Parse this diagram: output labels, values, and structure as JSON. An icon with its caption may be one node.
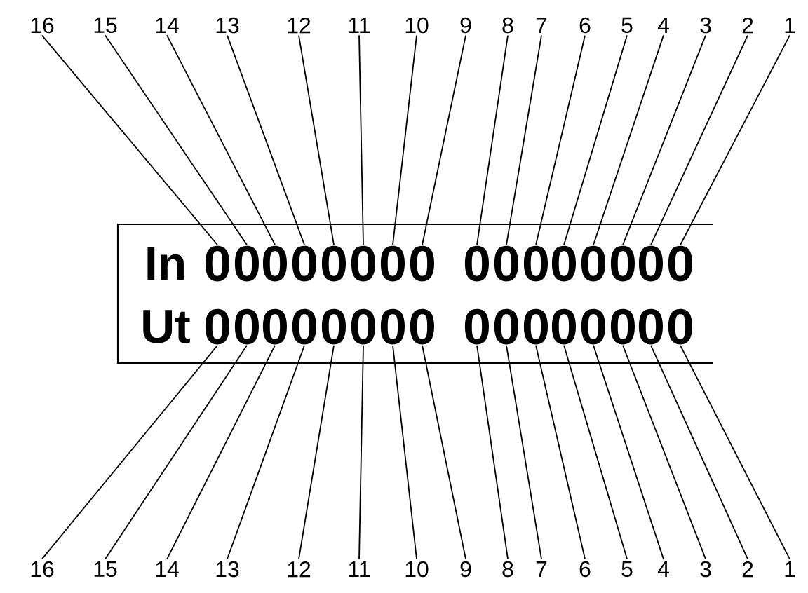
{
  "diagram": {
    "nodes": [
      {
        "text": [
          "16"
        ]
      },
      {
        "text": [
          "15"
        ]
      },
      {
        "text": [
          "14"
        ]
      },
      {
        "text": [
          "13"
        ]
      },
      {
        "text": [
          "12"
        ]
      },
      {
        "text": [
          "11"
        ]
      },
      {
        "text": [
          "10"
        ]
      },
      {
        "text": [
          "9"
        ]
      },
      {
        "text": [
          "8"
        ]
      },
      {
        "text": [
          "7"
        ]
      },
      {
        "text": [
          "6"
        ]
      },
      {
        "text": [
          "5"
        ]
      },
      {
        "text": [
          "4"
        ]
      },
      {
        "text": [
          "3"
        ]
      },
      {
        "text": [
          "2"
        ]
      },
      {
        "text": [
          "1"
        ]
      },
      {
        "text": [
          "In",
          "Ut"
        ]
      },
      {
        "text": [
          "0"
        ],
        "in": 16
      },
      {
        "text": [
          "0"
        ],
        "in": 16
      },
      {
        "text": [
          "0"
        ],
        "in": 16
      },
      {
        "text": [
          "0"
        ],
        "in": 16
      },
      {
        "text": [
          "0"
        ],
        "in": 16
      },
      {
        "text": [
          "0"
        ],
        "in": 16
      },
      {
        "text": [
          "0"
        ],
        "in": 16
      },
      {
        "text": [
          "0"
        ],
        "in": 16
      },
      {
        "text": [
          "0"
        ],
        "in": 16
      },
      {
        "text": [
          "0"
        ],
        "in": 16
      },
      {
        "text": [
          "0"
        ],
        "in": 16
      },
      {
        "text": [
          "0"
        ],
        "in": 16
      },
      {
        "text": [
          "0"
        ],
        "in": 16
      },
      {
        "text": [
          "0"
        ],
        "in": 16
      },
      {
        "text": [
          "0"
        ],
        "in": 16
      },
      {
        "text": [
          "0"
        ],
        "in": 16
      },
      {
        "text": [
          "0"
        ],
        "in": 16
      },
      {
        "text": [
          "0"
        ],
        "in": 16
      },
      {
        "text": [
          "0"
        ],
        "in": 16
      },
      {
        "text": [
          "0"
        ],
        "in": 16
      },
      {
        "text": [
          "0"
        ],
        "in": 16
      },
      {
        "text": [
          "0"
        ],
        "in": 16
      },
      {
        "text": [
          "0"
        ],
        "in": 16
      },
      {
        "text": [
          "0"
        ],
        "in": 16
      },
      {
        "text": [
          "0"
        ],
        "in": 16
      },
      {
        "text": [
          "0"
        ],
        "in": 16
      },
      {
        "text": [
          "0"
        ],
        "in": 16
      },
      {
        "text": [
          "0"
        ],
        "in": 16
      },
      {
        "text": [
          "0"
        ],
        "in": 16
      },
      {
        "text": [
          "0"
        ],
        "in": 16
      },
      {
        "text": [
          "0"
        ],
        "in": 16
      },
      {
        "text": [
          "0"
        ],
        "in": 16
      },
      {
        "text": [
          "16"
        ]
      },
      {
        "text": [
          "15"
        ]
      },
      {
        "text": [
          "14"
        ]
      },
      {
        "text": [
          "13"
        ]
      },
      {
        "text": [
          "12"
        ]
      },
      {
        "text": [
          "11"
        ]
      },
      {
        "text": [
          "10"
        ]
      },
      {
        "text": [
          "9"
        ]
      },
      {
        "text": [
          "8"
        ]
      },
      {
        "text": [
          "7"
        ]
      },
      {
        "text": [
          "6"
        ]
      },
      {
        "text": [
          "5"
        ]
      },
      {
        "text": [
          "4"
        ]
      },
      {
        "text": [
          "3"
        ]
      },
      {
        "text": [
          "2"
        ]
      },
      {
        "text": [
          "1"
        ]
      }
    ],
    "edges": [
      {
        "from": 0,
        "to": 17,
        "arrow": "none"
      },
      {
        "from": 1,
        "to": 18,
        "arrow": "none"
      },
      {
        "from": 2,
        "to": 19,
        "arrow": "none"
      },
      {
        "from": 3,
        "to": 20,
        "arrow": "none"
      },
      {
        "from": 4,
        "to": 21,
        "arrow": "none"
      },
      {
        "from": 5,
        "to": 22,
        "arrow": "none"
      },
      {
        "from": 6,
        "to": 23,
        "arrow": "none"
      },
      {
        "from": 7,
        "to": 24,
        "arrow": "none"
      },
      {
        "from": 8,
        "to": 25,
        "arrow": "none"
      },
      {
        "from": 9,
        "to": 26,
        "arrow": "none"
      },
      {
        "from": 10,
        "to": 27,
        "arrow": "none"
      },
      {
        "from": 11,
        "to": 28,
        "arrow": "none"
      },
      {
        "from": 12,
        "to": 29,
        "arrow": "none"
      },
      {
        "from": 13,
        "to": 30,
        "arrow": "none"
      },
      {
        "from": 14,
        "to": 31,
        "arrow": "none"
      },
      {
        "from": 15,
        "to": 32,
        "arrow": "none"
      },
      {
        "from": 33,
        "to": 49,
        "arrow": "none"
      },
      {
        "from": 34,
        "to": 50,
        "arrow": "none"
      },
      {
        "from": 35,
        "to": 51,
        "arrow": "none"
      },
      {
        "from": 36,
        "to": 52,
        "arrow": "none"
      },
      {
        "from": 37,
        "to": 53,
        "arrow": "none"
      },
      {
        "from": 38,
        "to": 54,
        "arrow": "none"
      },
      {
        "from": 39,
        "to": 55,
        "arrow": "none"
      },
      {
        "from": 40,
        "to": 56,
        "arrow": "none"
      },
      {
        "from": 41,
        "to": 57,
        "arrow": "none"
      },
      {
        "from": 42,
        "to": 58,
        "arrow": "none"
      },
      {
        "from": 43,
        "to": 59,
        "arrow": "none"
      },
      {
        "from": 44,
        "to": 60,
        "arrow": "none"
      },
      {
        "from": 45,
        "to": 61,
        "arrow": "none"
      },
      {
        "from": 46,
        "to": 62,
        "arrow": "none"
      },
      {
        "from": 47,
        "to": 63,
        "arrow": "none"
      },
      {
        "from": 48,
        "to": 64,
        "arrow": "none"
      }
    ]
  }
}
